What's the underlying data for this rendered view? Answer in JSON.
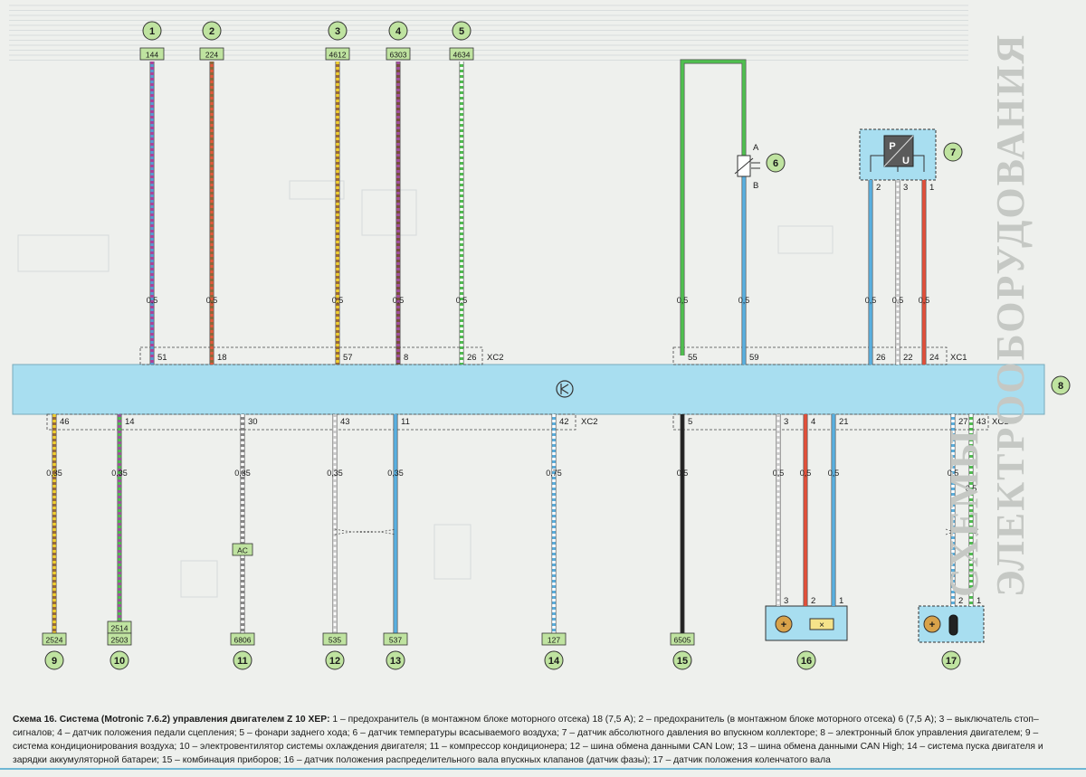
{
  "components": [
    {
      "id": "c1",
      "num": "1",
      "wire": "144",
      "gauge": "0,5",
      "pin": "51",
      "color": "#5a9ad3",
      "stripe": "#b0409a"
    },
    {
      "id": "c2",
      "num": "2",
      "wire": "224",
      "gauge": "0,5",
      "pin": "18",
      "color": "#e25a3a",
      "stripe": "#8a6a3a"
    },
    {
      "id": "c3",
      "num": "3",
      "wire": "4612",
      "gauge": "0,5",
      "pin": "57",
      "color": "#9a6a3a",
      "stripe": "#f0d030"
    },
    {
      "id": "c4",
      "num": "4",
      "wire": "6303",
      "gauge": "0,5",
      "pin": "8",
      "color": "#7a4f3a",
      "stripe": "#a04fa0"
    },
    {
      "id": "c5",
      "num": "5",
      "wire": "4634",
      "gauge": "0,5",
      "pin": "26",
      "color": "#4fbf4f",
      "stripe": "#ffffff"
    }
  ],
  "bottom_components": [
    {
      "id": "c9",
      "num": "9",
      "wire": "2524",
      "gauge": "0,35",
      "pin": "46",
      "color": "#9a6a3a",
      "stripe": "#f0d030"
    },
    {
      "id": "c10",
      "num": "10",
      "wire": "2503",
      "wire2": "2514",
      "gauge": "0,35",
      "pin": "14",
      "color": "#4fbf4f",
      "stripe": "#a04fa0"
    },
    {
      "id": "c11",
      "num": "11",
      "wire": "6806",
      "gauge": "0,35",
      "pin": "30",
      "label": "AC",
      "color": "#8a8a8a",
      "stripe": "#ffffff"
    },
    {
      "id": "c12",
      "num": "12",
      "wire": "535",
      "gauge": "0,35",
      "pin": "43",
      "color": "#ffffff",
      "stripe": "#cccccc"
    },
    {
      "id": "c13",
      "num": "13",
      "wire": "537",
      "gauge": "0,35",
      "pin": "11",
      "color": "#5ab0e0",
      "stripe": "#5ab0e0"
    },
    {
      "id": "c14",
      "num": "14",
      "wire": "127",
      "gauge": "0,75",
      "pin": "42",
      "color": "#5ab0e0",
      "stripe": "#ffffff"
    },
    {
      "id": "c15",
      "num": "15",
      "wire": "6505",
      "gauge": "0,5",
      "pin": "5",
      "color": "#222222",
      "stripe": "#222222"
    }
  ],
  "connectors": {
    "xc2": "XC2",
    "xc1": "XC1"
  },
  "ecu": {
    "num": "8"
  },
  "sensor6": {
    "num": "6",
    "pin_a": "A",
    "pin_b": "B",
    "left_gauge": "0,5",
    "left_pin": "55",
    "right_gauge": "0,5",
    "right_pin": "59"
  },
  "sensor7": {
    "num": "7",
    "p_label": "P",
    "u_label": "U",
    "pins": [
      "2",
      "3",
      "1"
    ],
    "gauges": [
      "0,5",
      "0,5",
      "0,5"
    ],
    "ecu_pins": [
      "26",
      "22",
      "24"
    ]
  },
  "sensor16": {
    "num": "16",
    "pins": [
      "3",
      "2",
      "1"
    ],
    "gauges": [
      "0,5",
      "0,5",
      "0,5"
    ],
    "ecu_pins": [
      "3",
      "4",
      "21"
    ],
    "plus": "+",
    "x": "×"
  },
  "sensor17": {
    "num": "17",
    "pins": [
      "2",
      "1"
    ],
    "gauges": [
      "0,5",
      "0,5"
    ],
    "ecu_pins": [
      "27",
      "43"
    ],
    "plus": "+"
  },
  "ghost_text": "СХЕМЫ ЭЛЕКТРООБОРУДОВАНИЯ",
  "caption": {
    "lead": "Схема 16. Система (Motronic 7.6.2) управления двигателем Z 10 XEP:",
    "body": " 1 – предохранитель (в монтажном блоке моторного отсека) 18 (7,5 А); 2 – предохранитель (в монтажном блоке моторного отсека) 6 (7,5 А); 3 – выключатель стоп–сигналов; 4 – датчик положения педали сцепления; 5 – фонари заднего хода; 6 – датчик температуры всасываемого воздуха; 7 – датчик абсолютного давления во впускном коллекторе; 8 – электронный блок управления двигателем; 9 – система кондиционирования воздуха; 10 – электровентилятор системы охлаждения двигателя; 11 – компрессор кондиционера; 12 – шина обмена данными CAN Low; 13 – шина обмена данными CAN High; 14 – система пуска двигателя и зарядки аккумуляторной батареи; 15 – комбинация приборов; 16 – датчик положения распределительного вала впускных клапанов (датчик фазы); 17 – датчик положения коленчатого вала"
  }
}
